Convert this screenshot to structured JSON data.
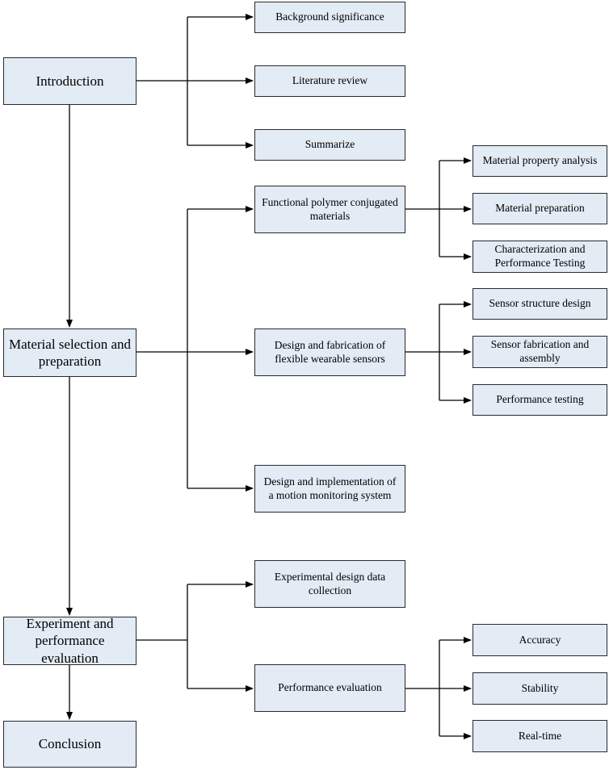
{
  "colors": {
    "box_fill": "#e3ebf5",
    "line": "#000000"
  },
  "main": {
    "introduction": "Introduction",
    "material_selection": "Material selection and preparation",
    "experiment": "Experiment and performance evaluation",
    "conclusion": "Conclusion"
  },
  "intro_children": {
    "background": "Background significance",
    "literature": "Literature review",
    "summarize": "Summarize"
  },
  "material_children": {
    "polymer": "Functional polymer conjugated materials",
    "sensors": "Design and fabrication of flexible wearable sensors",
    "motion": "Design and implementation of a motion monitoring system"
  },
  "polymer_children": {
    "property": "Material property analysis",
    "preparation": "Material preparation",
    "characterization": "Characterization and Performance Testing"
  },
  "sensor_children": {
    "structure": "Sensor structure design",
    "fabrication": "Sensor fabrication and assembly",
    "testing": "Performance testing"
  },
  "experiment_children": {
    "data_collection": "Experimental design data collection",
    "evaluation": "Performance evaluation"
  },
  "evaluation_children": {
    "accuracy": "Accuracy",
    "stability": "Stability",
    "realtime": "Real-time"
  }
}
